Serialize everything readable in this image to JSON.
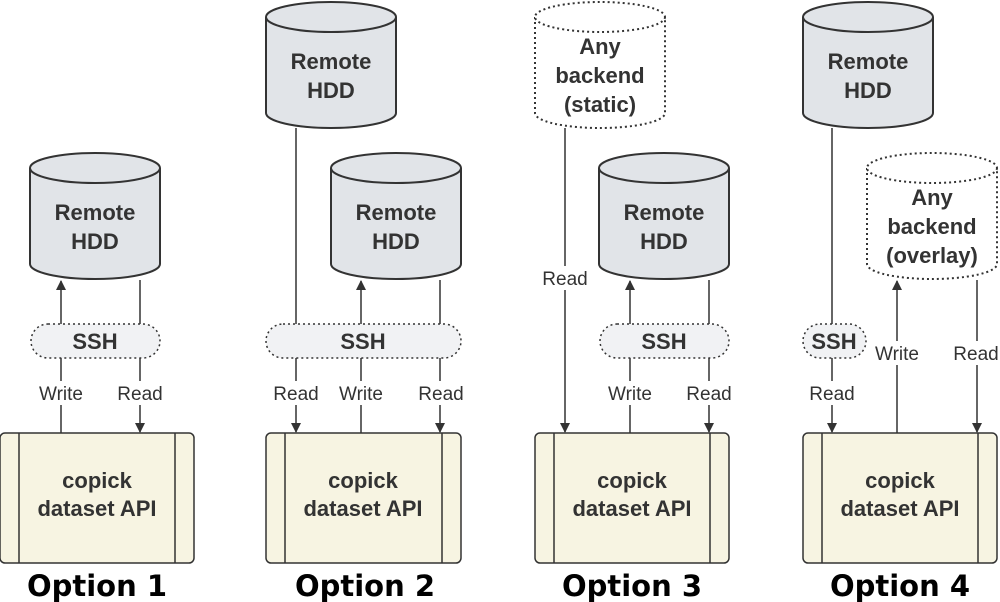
{
  "remote_hdd": {
    "line1": "Remote",
    "line2": "HDD"
  },
  "any_static": {
    "line1": "Any",
    "line2": "backend",
    "line3": "(static)"
  },
  "any_overlay": {
    "line1": "Any",
    "line2": "backend",
    "line3": "(overlay)"
  },
  "ssh": "SSH",
  "api": {
    "line1": "copick",
    "line2": "dataset API"
  },
  "edges": {
    "read": "Read",
    "write": "Write"
  },
  "options": [
    "Option 1",
    "Option 2",
    "Option 3",
    "Option 4"
  ],
  "colors": {
    "storage_fill": "#e1e4e8",
    "pill_fill": "#f1f2f4",
    "api_fill": "#f7f4e2"
  }
}
